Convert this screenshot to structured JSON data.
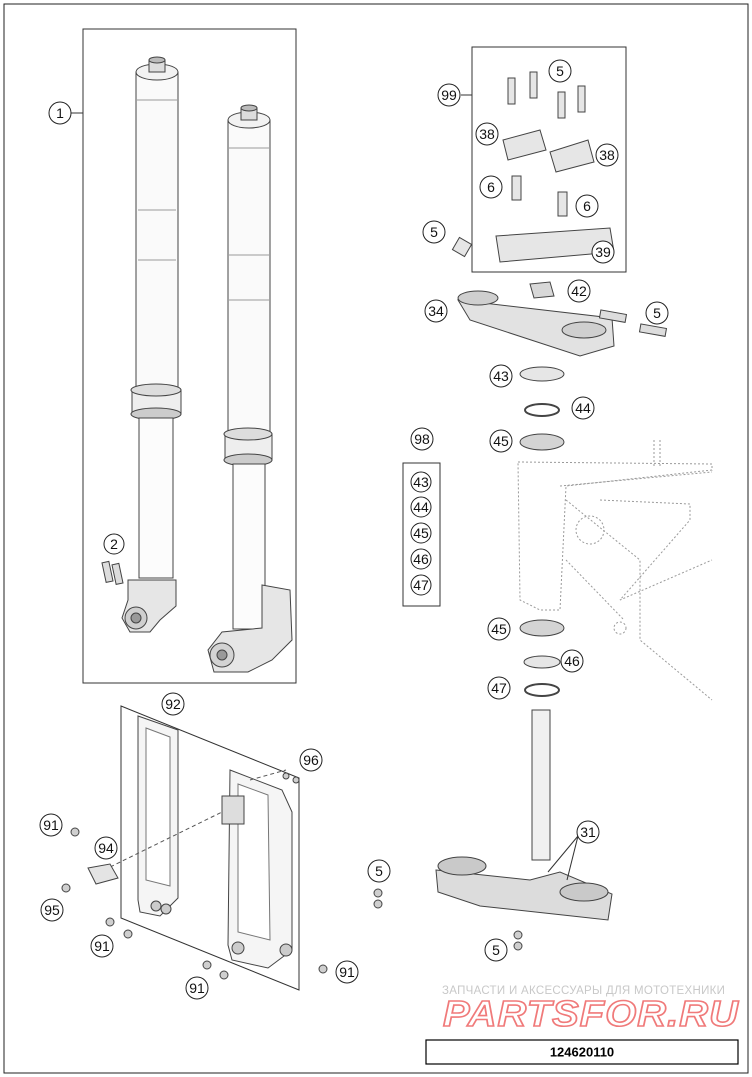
{
  "diagram": {
    "callouts": {
      "fork_assembly": "1",
      "screw_set_fork": "2",
      "fork_protector_kit": "92",
      "washer_96": "96",
      "screw_91_a": "91",
      "clamp_94": "94",
      "screw_95": "95",
      "screw_91_b": "91",
      "screw_91_c": "91",
      "screw_91_d": "91",
      "handlebar_kit": "99",
      "screw_5_top": "5",
      "clamp_38_a": "38",
      "clamp_38_b": "38",
      "screw_6_a": "6",
      "screw_6_b": "6",
      "bracket_39": "39",
      "screw_5_left": "5",
      "top_clamp_34": "34",
      "nut_42": "42",
      "screw_5_right": "5",
      "dust_seal_43": "43",
      "oring_44": "44",
      "bearing_45_top": "45",
      "bearing_kit_98": "98",
      "kit_item_43": "43",
      "kit_item_44": "44",
      "kit_item_45": "45",
      "kit_item_46": "46",
      "kit_item_47": "47",
      "bearing_45_bottom": "45",
      "seal_46": "46",
      "oring_47": "47",
      "bottom_clamp_31": "31",
      "screw_5_lower_a": "5",
      "screw_5_lower_b": "5"
    },
    "watermark": {
      "subtitle": "ЗАПЧАСТИ И АКСЕССУАРЫ ДЛЯ МОТОТЕХНИКИ",
      "brand": "PARTSFOR.RU"
    },
    "document_number": "124620110"
  }
}
